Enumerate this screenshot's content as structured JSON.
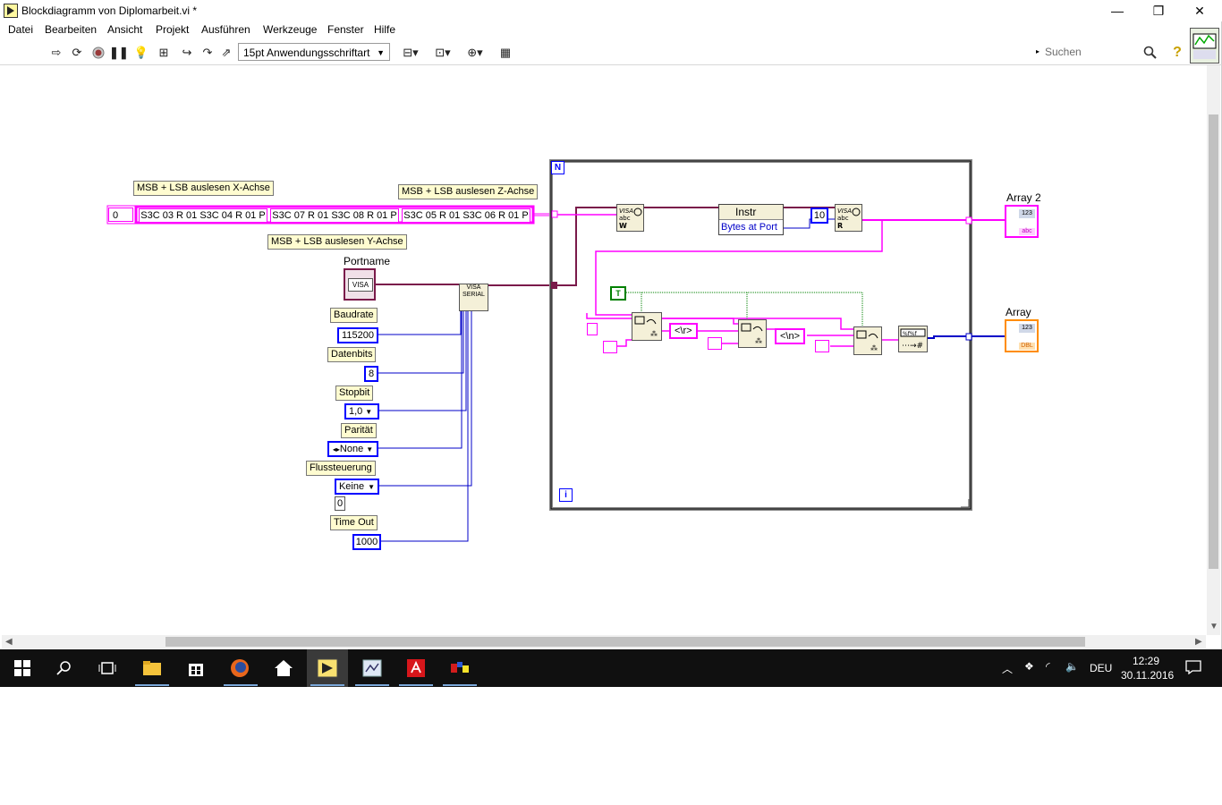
{
  "window": {
    "title": "Blockdiagramm von Diplomarbeit.vi *",
    "controls": {
      "minimize": "—",
      "restore": "❐",
      "close": "✕"
    }
  },
  "menu": [
    "Datei",
    "Bearbeiten",
    "Ansicht",
    "Projekt",
    "Ausführen",
    "Werkzeuge",
    "Fenster",
    "Hilfe"
  ],
  "toolbar": {
    "font_select": "15pt Anwendungsschriftart",
    "search_placeholder": "Suchen",
    "help_icon": "?"
  },
  "diagram": {
    "array_index": "0",
    "array_items": [
      "S3C 03 R 01 S3C 04 R 01 P",
      "S3C 07 R 01 S3C 08 R 01 P",
      "S3C 05 R 01 S3C 06 R 01 P"
    ],
    "comments": {
      "x": "MSB + LSB auslesen X-Achse",
      "y": "MSB + LSB auslesen Y-Achse",
      "z": "MSB + LSB auslesen Z-Achse"
    },
    "portname_label": "Portname",
    "portname_value": "VISA",
    "serial_node": "VISA SERIAL",
    "params": [
      {
        "label": "Baudrate",
        "value": "115200"
      },
      {
        "label": "Datenbits",
        "value": "8"
      },
      {
        "label": "Stopbit",
        "value": "1,0"
      },
      {
        "label": "Parität",
        "value": "None"
      },
      {
        "label": "Flussteuerung",
        "value": "Keine"
      },
      {
        "label": "Time Out",
        "value": "1000"
      }
    ],
    "extra_const": "0",
    "loop_count_terminal": "N",
    "loop_iter_terminal": "i",
    "bool_const": "T",
    "instr_node": "Instr",
    "bytes_at_port": "Bytes at Port",
    "num_const": "10",
    "cr_const": "<\\r>",
    "lf_const": "<\\n>",
    "array2_label": "Array 2",
    "array_label": "Array",
    "ind_array2": "123",
    "ind_array2_type": "abc",
    "ind_array": "123",
    "ind_array_type": "DBL"
  },
  "taskbar": {
    "lang": "DEU",
    "time": "12:29",
    "date": "30.11.2016"
  },
  "colors": {
    "string_wire": "#ff00ff",
    "numeric_wire": "#0000c8",
    "bool_wire": "#008000",
    "visa_wire": "#7a1a4a",
    "loop_border": "#808080"
  }
}
